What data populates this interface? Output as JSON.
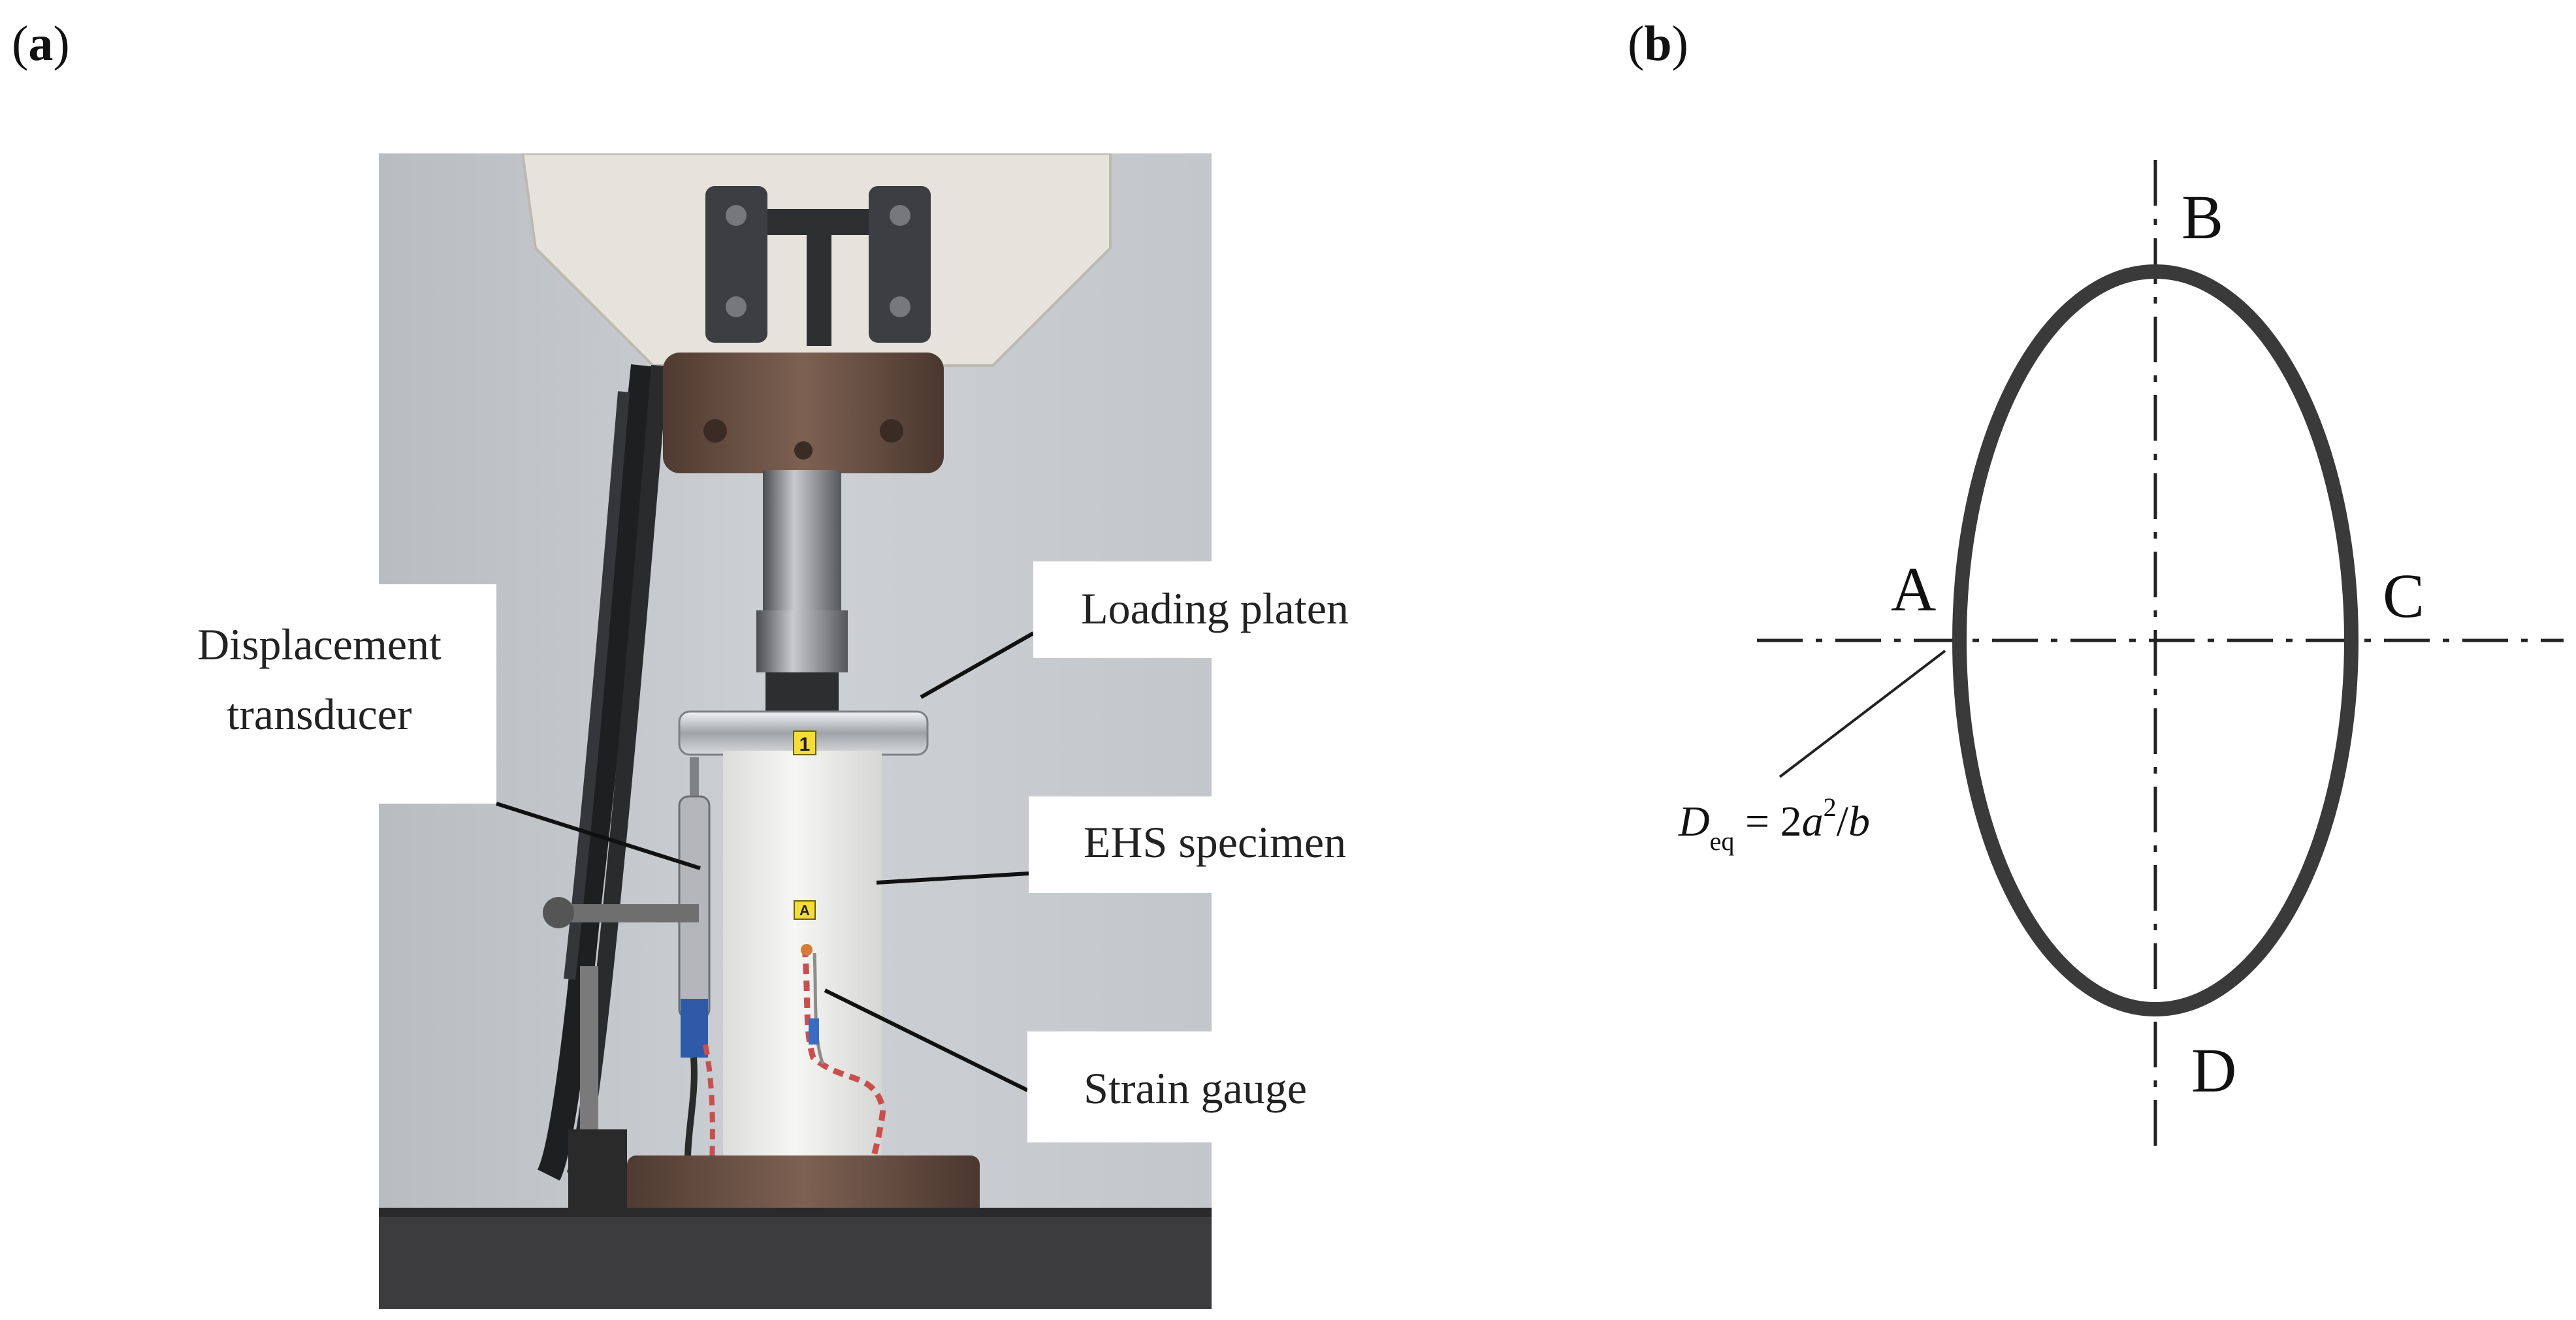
{
  "panels": {
    "a": {
      "open": "(",
      "letter": "a",
      "close": ")"
    },
    "b": {
      "open": "(",
      "letter": "b",
      "close": ")"
    }
  },
  "callouts": {
    "loading_platen": "Loading platen",
    "displacement_line1": "Displacement",
    "displacement_line2": "transducer",
    "specimen": "EHS specimen",
    "strain_gauge": "Strain gauge"
  },
  "photo_marks": {
    "top_label": "1",
    "gauge_label": "A"
  },
  "section_points": {
    "A": "A",
    "B": "B",
    "C": "C",
    "D": "D"
  },
  "formula": {
    "symbol": "D",
    "subscript": "eq",
    "equals": " = 2",
    "a": "a",
    "power": "2",
    "slash": "/",
    "b": "b"
  },
  "colors": {
    "ellipse_stroke": "#3a3a3a",
    "photo_background": "#c8cbcf",
    "machine_head": "#e6e3dc",
    "steel_ring": "#6e5446",
    "specimen": "#eeeeec",
    "callout_box": "#ffffff"
  }
}
